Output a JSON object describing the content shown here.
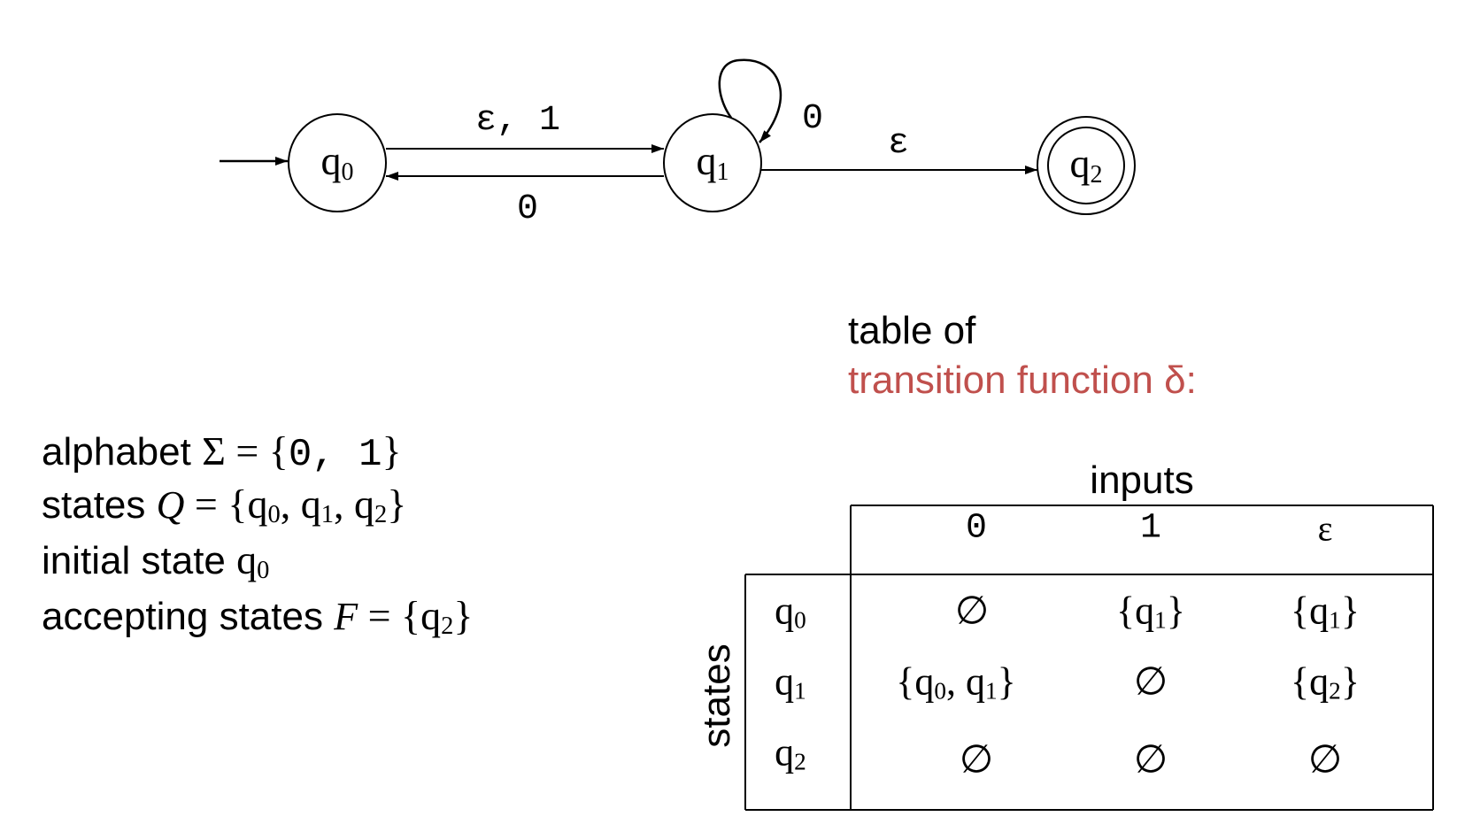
{
  "automaton": {
    "states": [
      {
        "id": "q0",
        "letter": "q",
        "index": "0",
        "accepting": false,
        "initial": true
      },
      {
        "id": "q1",
        "letter": "q",
        "index": "1",
        "accepting": false,
        "initial": false
      },
      {
        "id": "q2",
        "letter": "q",
        "index": "2",
        "accepting": true,
        "initial": false
      }
    ],
    "edges": [
      {
        "from": "q0",
        "to": "q1",
        "label": "ε, 1"
      },
      {
        "from": "q1",
        "to": "q0",
        "label": "0"
      },
      {
        "from": "q1",
        "to": "q1",
        "label": "0"
      },
      {
        "from": "q1",
        "to": "q2",
        "label": "ε"
      }
    ]
  },
  "table_title": {
    "line1": "table of",
    "line2": "transition function δ:"
  },
  "definitions": {
    "alphabet_label": "alphabet",
    "alphabet_symbol": "Σ",
    "alphabet_eq": " = {",
    "alphabet_values": "0, 1",
    "alphabet_close": "}",
    "states_label": "states",
    "states_symbol": "Q",
    "states_value": " = {q0, q1, q2}",
    "initial_label": "initial state",
    "initial_value": "q0",
    "accepting_label": "accepting states",
    "accepting_symbol": "F",
    "accepting_value": " = {q2}"
  },
  "table": {
    "inputs_label": "inputs",
    "states_label": "states",
    "columns": [
      "0",
      "1",
      "ε"
    ],
    "rows": [
      {
        "state": "q0",
        "cells": [
          "∅",
          "{q1}",
          "{q1}"
        ]
      },
      {
        "state": "q1",
        "cells": [
          "{q0, q1}",
          "∅",
          "{q2}"
        ]
      },
      {
        "state": "q2",
        "cells": [
          "∅",
          "∅",
          "∅"
        ]
      }
    ]
  },
  "colors": {
    "ink": "#000000",
    "title_accent": "#c0504d",
    "background": "#ffffff"
  }
}
